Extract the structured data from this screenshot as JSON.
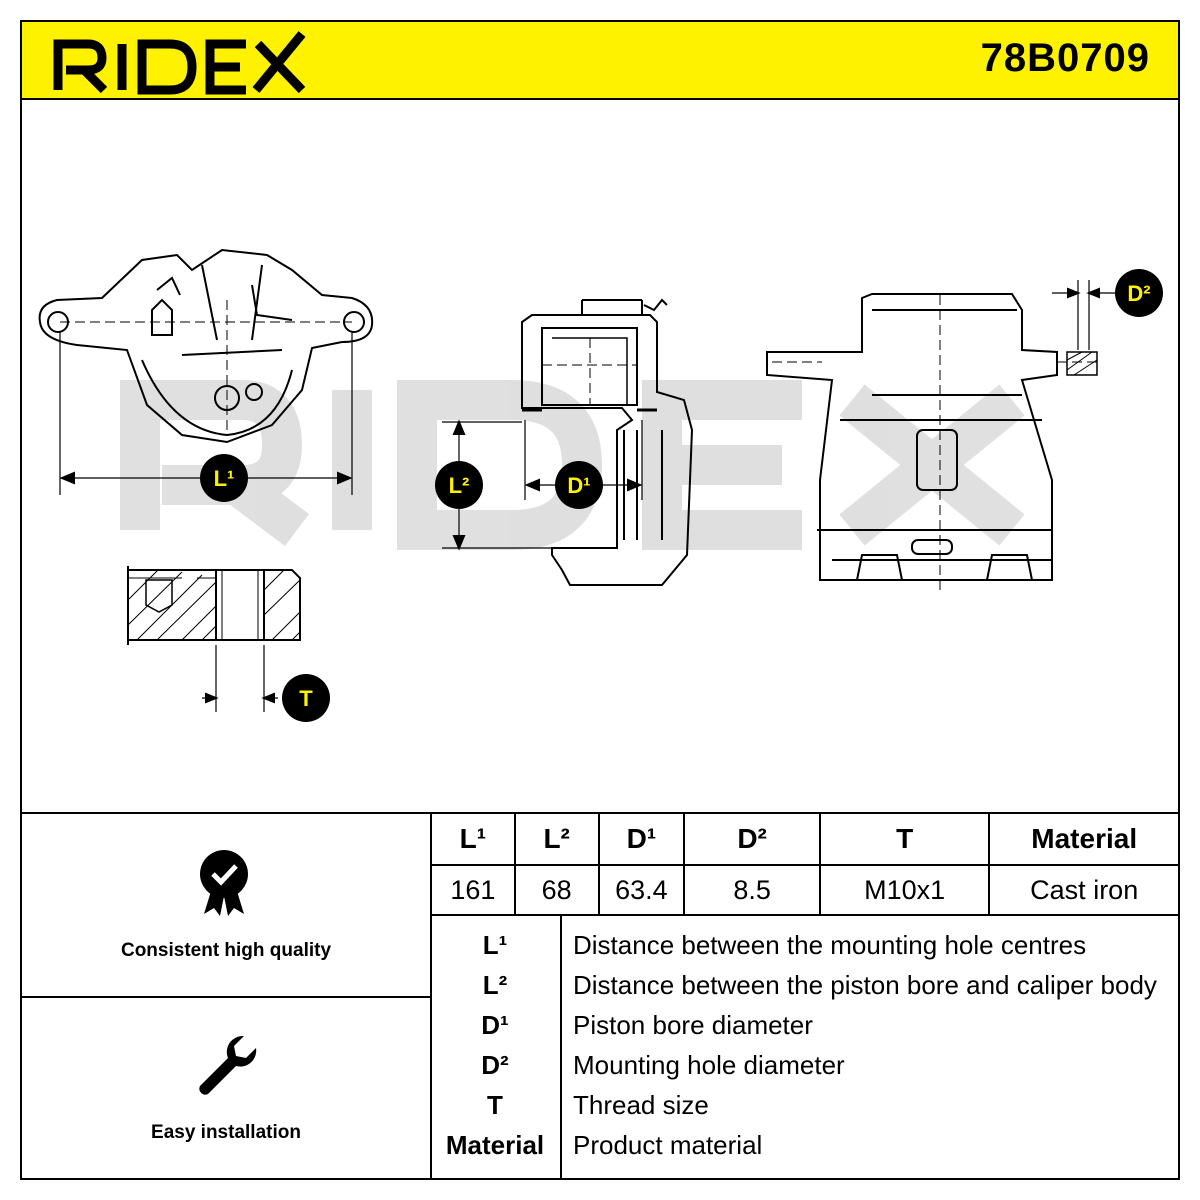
{
  "brand": {
    "name": "RIDEX",
    "color": "#fff200"
  },
  "part_number": "78B0709",
  "watermark": "RIDEX",
  "dimension_labels": {
    "l1": "L¹",
    "l2": "L²",
    "d1": "D¹",
    "d2": "D²",
    "t": "T"
  },
  "features": [
    {
      "icon": "quality-badge-icon",
      "label": "Consistent high quality"
    },
    {
      "icon": "wrench-icon",
      "label": "Easy installation"
    }
  ],
  "spec_table": {
    "headers": [
      "L¹",
      "L²",
      "D¹",
      "D²",
      "T",
      "Material"
    ],
    "values": [
      "161",
      "68",
      "63.4",
      "8.5",
      "M10x1",
      "Cast iron"
    ]
  },
  "legend": [
    {
      "key": "L¹",
      "desc": "Distance between the mounting hole centres"
    },
    {
      "key": "L²",
      "desc": "Distance between the piston bore and caliper body"
    },
    {
      "key": "D¹",
      "desc": "Piston bore diameter"
    },
    {
      "key": "D²",
      "desc": "Mounting hole diameter"
    },
    {
      "key": "T",
      "desc": "Thread size"
    },
    {
      "key": "Material",
      "desc": "Product material"
    }
  ]
}
